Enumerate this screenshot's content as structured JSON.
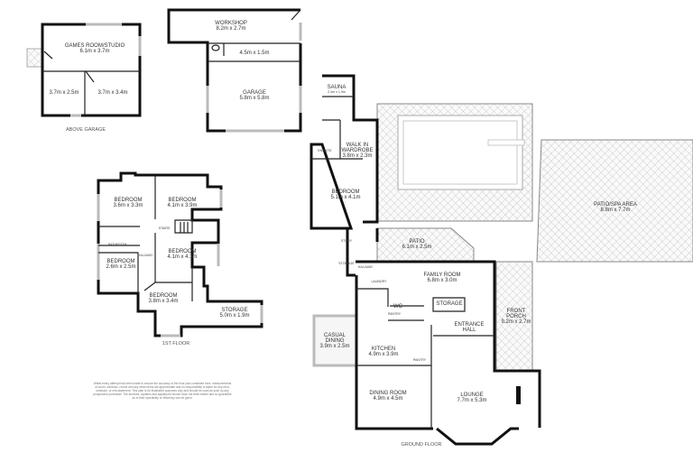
{
  "above_garage": {
    "caption": "ABOVE GARAGE",
    "games_room": {
      "name": "GAMES ROOM/STUDIO",
      "size": "6.1m x 3.7m"
    },
    "room_a": {
      "size": "3.7m x 2.5m"
    },
    "room_b": {
      "size": "3.7m x 3.4m"
    }
  },
  "garage": {
    "workshop": {
      "name": "WORKSHOP",
      "size": "8.2m x 2.7m"
    },
    "utility": {
      "size": "4.5m x 1.5m"
    },
    "garage": {
      "name": "GARAGE",
      "size": "5.8m x 5.8m"
    }
  },
  "first_floor": {
    "caption": "1ST FLOOR",
    "bedroom1": {
      "name": "BEDROOM",
      "size": "3.6m x 3.3m"
    },
    "bedroom2": {
      "name": "BEDROOM",
      "size": "4.1m x 3.9m"
    },
    "stairs": "STAIRS",
    "bathroom": "BATHROOM",
    "bedroom3": {
      "name": "BEDROOM",
      "size": "2.6m x 2.5m"
    },
    "bedroom4": {
      "name": "BEDROOM",
      "size": "4.1m x 4.1m"
    },
    "hallway": "HALLWAY",
    "bedroom5": {
      "name": "BEDROOM",
      "size": "3.8m x 3.4m"
    },
    "storage": {
      "name": "STORAGE",
      "size": "5.0m x 1.9m"
    }
  },
  "ground_floor": {
    "caption": "GROUND FLOOR",
    "sauna": {
      "name": "SAUNA",
      "size": "2.4m x 1.9m"
    },
    "ensuite": "ENSUITE",
    "walk_in_wardrobe": {
      "name1": "WALK IN",
      "name2": "WARDROBE",
      "size": "3.8m x 2.3m"
    },
    "bedroom": {
      "name": "BEDROOM",
      "size": "5.1m x 4.1m"
    },
    "study": "STUDY",
    "storage_small": "STORAGE",
    "hallway": "HALLWAY",
    "patio": {
      "name": "PATIO",
      "size": "6.1m x 2.5m"
    },
    "patio_spa": {
      "name": "PATIO/SPA AREA",
      "size": "8.8m x 7.7m"
    },
    "family_room": {
      "name": "FAMILY ROOM",
      "size": "6.8m x 3.0m"
    },
    "laundry": "LAUNDRY",
    "wc": "WC",
    "storage": "STORAGE",
    "pantry1": "PANTRY",
    "front_porch": {
      "name1": "FRONT",
      "name2": "PORCH",
      "size": "9.2m x 2.7m"
    },
    "entrance_hall": {
      "name1": "ENTRANCE",
      "name2": "HALL"
    },
    "casual_dining": {
      "name1": "CASUAL",
      "name2": "DINING",
      "size": "3.9m x 2.5m"
    },
    "kitchen": {
      "name": "KITCHEN",
      "size": "4.9m x 3.9m"
    },
    "pantry2": "PANTRY",
    "dining_room": {
      "name": "DINING ROOM",
      "size": "4.9m x 4.5m"
    },
    "lounge": {
      "name": "LOUNGE",
      "size": "7.7m x 5.3m"
    }
  },
  "disclaimer": [
    "Whilst every attempt has been made to ensure the accuracy of the floor plan contained here, measurements",
    "of doors, windows, rooms and any other items are approximate and no responsibility is taken for any error,",
    "omission, or mis-statement. This plan is for illustrative purposes only and should be used as such by any",
    "prospective purchaser. The services, systems and appliances shown have not been tested and no guarantee",
    "as to their operability or efficiency can be given."
  ]
}
